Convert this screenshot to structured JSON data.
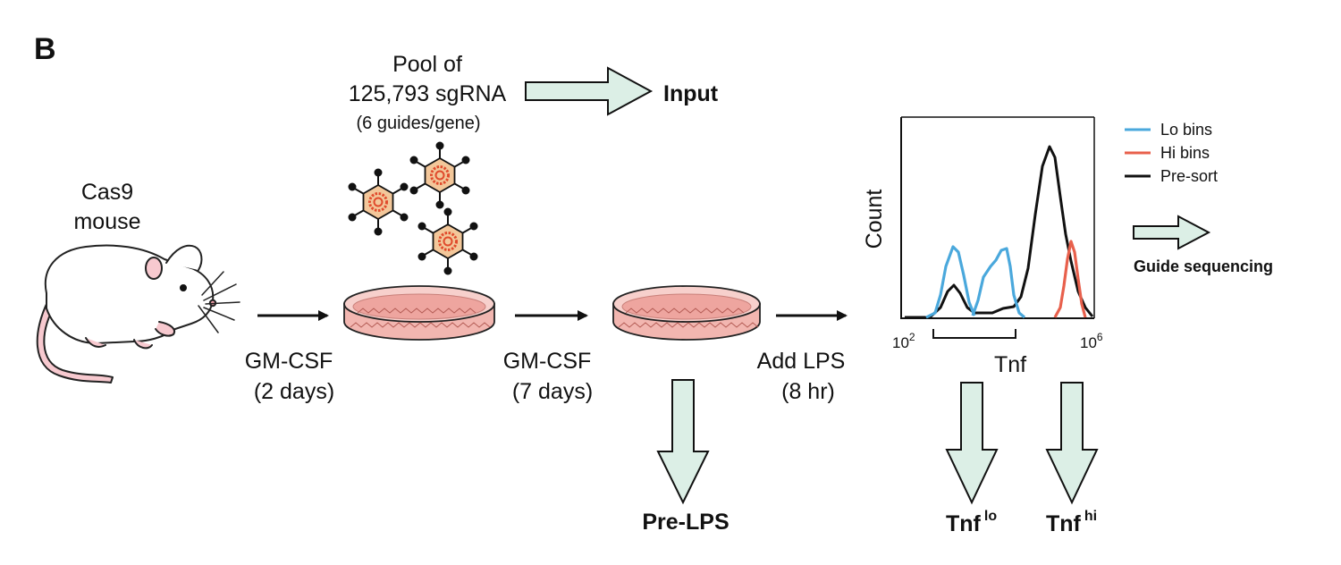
{
  "panel_label": "B",
  "pool": {
    "line1": "Pool of",
    "line2": "125,793 sgRNA",
    "line3": "(6 guides/gene)"
  },
  "outputs": {
    "input": "Input",
    "pre_lps": "Pre-LPS",
    "tnf_lo_base": "Tnf",
    "tnf_lo_sup": "lo",
    "tnf_hi_base": "Tnf",
    "tnf_hi_sup": "hi",
    "guide_sequencing": "Guide sequencing"
  },
  "mouse": {
    "line1": "Cas9",
    "line2": "mouse"
  },
  "steps": [
    {
      "line1": "GM-CSF",
      "line2": "(2 days)"
    },
    {
      "line1": "GM-CSF",
      "line2": "(7 days)"
    },
    {
      "line1": "Add LPS",
      "line2": "(8 hr)"
    }
  ],
  "histogram": {
    "ylabel": "Count",
    "xlabel": "Tnf",
    "tick_left": "10",
    "tick_left_exp": "2",
    "tick_right": "10",
    "tick_right_exp": "6",
    "legend": [
      {
        "label": "Lo bins",
        "color": "#4aa8dc"
      },
      {
        "label": "Hi bins",
        "color": "#e8604c"
      },
      {
        "label": "Pre-sort",
        "color": "#111111"
      }
    ]
  },
  "colors": {
    "arrow_fill": "#dcefe6",
    "dish_fill": "#f2b6b0",
    "dish_rim": "#e89b95",
    "virus_fill": "#f3c79a",
    "virus_core": "#e04a2c"
  }
}
